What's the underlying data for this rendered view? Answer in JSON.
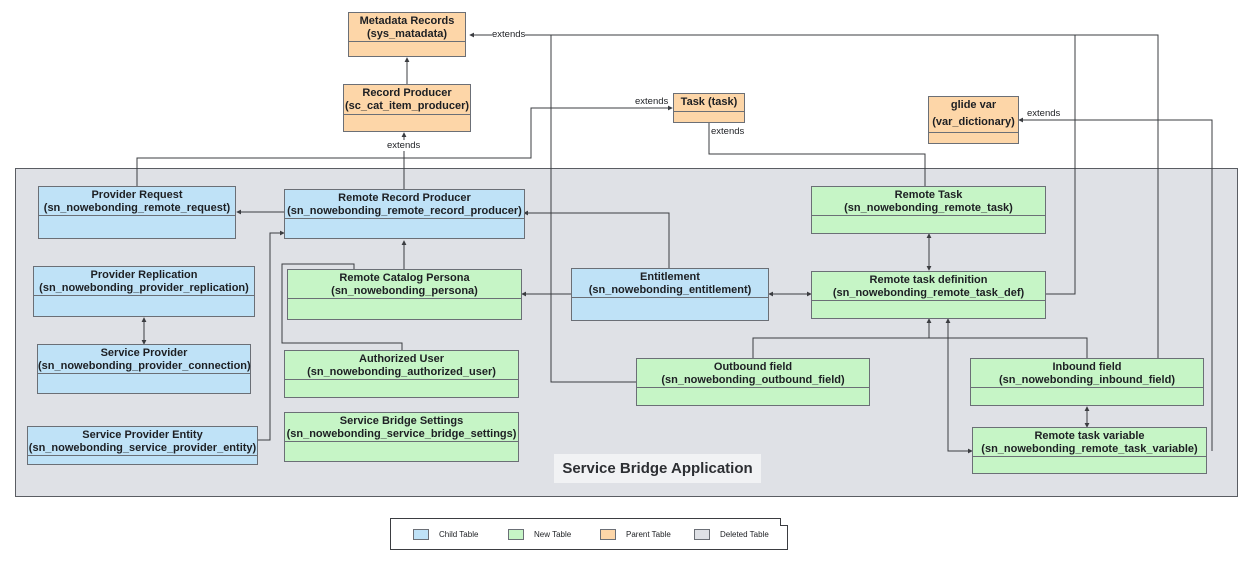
{
  "diagram": {
    "app_title": "Service Bridge Application",
    "tables": {
      "metadata_records": {
        "name": "Metadata Records",
        "id": "(sys_matadata)"
      },
      "record_producer": {
        "name": "Record Producer",
        "id": "(sc_cat_item_producer)"
      },
      "task": {
        "name": "Task (task)",
        "id": ""
      },
      "glide_var": {
        "name": "glide var",
        "id": "(var_dictionary)"
      },
      "provider_request": {
        "name": "Provider Request",
        "id": "(sn_nowebonding_remote_request)"
      },
      "remote_record_producer": {
        "name": "Remote Record Producer",
        "id": "(sn_nowebonding_remote_record_producer)"
      },
      "remote_task": {
        "name": "Remote Task",
        "id": "(sn_nowebonding_remote_task)"
      },
      "provider_replication": {
        "name": "Provider Replication",
        "id": "(sn_nowebonding_provider_replication)"
      },
      "remote_catalog_persona": {
        "name": "Remote Catalog Persona",
        "id": "(sn_nowebonding_persona)"
      },
      "entitlement": {
        "name": "Entitlement",
        "id": "(sn_nowebonding_entitlement)"
      },
      "remote_task_definition": {
        "name": "Remote task definition",
        "id": "(sn_nowebonding_remote_task_def)"
      },
      "service_provider": {
        "name": "Service Provider",
        "id": "(sn_nowebonding_provider_connection)"
      },
      "authorized_user": {
        "name": "Authorized User",
        "id": "(sn_nowebonding_authorized_user)"
      },
      "outbound_field": {
        "name": "Outbound field",
        "id": "(sn_nowebonding_outbound_field)"
      },
      "inbound_field": {
        "name": "Inbound field",
        "id": "(sn_nowebonding_inbound_field)"
      },
      "service_provider_entity": {
        "name": "Service Provider Entity",
        "id": "(sn_nowebonding_service_provider_entity)"
      },
      "service_bridge_settings": {
        "name": "Service Bridge Settings",
        "id": "(sn_nowebonding_service_bridge_settings)"
      },
      "remote_task_variable": {
        "name": "Remote task variable",
        "id": "(sn_nowebonding_remote_task_variable)"
      }
    },
    "edge_labels": {
      "extends_metadata": "extends",
      "extends_task_left": "extends",
      "extends_task_below": "extends",
      "extends_glide_var": "extends",
      "extends_record_producer": "extends"
    }
  },
  "legend": {
    "child": {
      "label": "Child Table",
      "color": "#bfe2f7"
    },
    "new": {
      "label": "New Table",
      "color": "#c6f5c6"
    },
    "parent": {
      "label": "Parent Table",
      "color": "#fdd6a8"
    },
    "deleted": {
      "label": "Deleted Table",
      "color": "#dfe1e6"
    }
  }
}
